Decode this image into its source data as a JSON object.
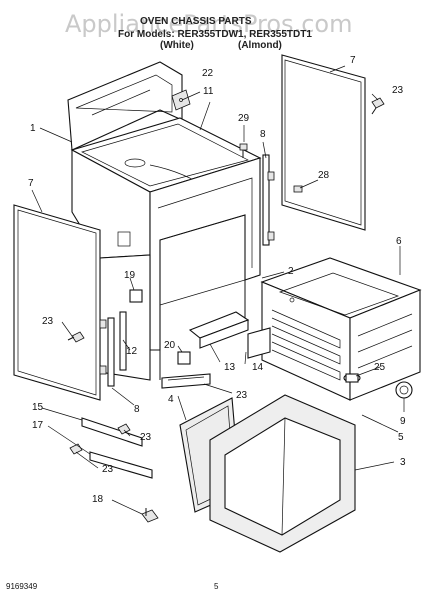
{
  "watermark": "AppliancePartsPros.com",
  "header": {
    "title": "OVEN CHASSIS PARTS",
    "model_line": "For Models: RER355TDW1, RER355TDT1",
    "color_white": "(White)",
    "color_almond": "(Almond)"
  },
  "callouts": {
    "c1": "1",
    "c2": "2",
    "c3": "3",
    "c4": "4",
    "c5": "5",
    "c6": "6",
    "c7a": "7",
    "c7b": "7",
    "c8a": "8",
    "c8b": "8",
    "c9": "9",
    "c11": "11",
    "c12": "12",
    "c13": "13",
    "c14": "14",
    "c15": "15",
    "c17": "17",
    "c18": "18",
    "c19": "19",
    "c20": "20",
    "c22": "22",
    "c23a": "23",
    "c23b": "23",
    "c23c": "23",
    "c23d": "23",
    "c23e": "23",
    "c25": "25",
    "c28": "28",
    "c29": "29"
  },
  "footer": {
    "doc_number": "9169349",
    "page_number": "5"
  }
}
